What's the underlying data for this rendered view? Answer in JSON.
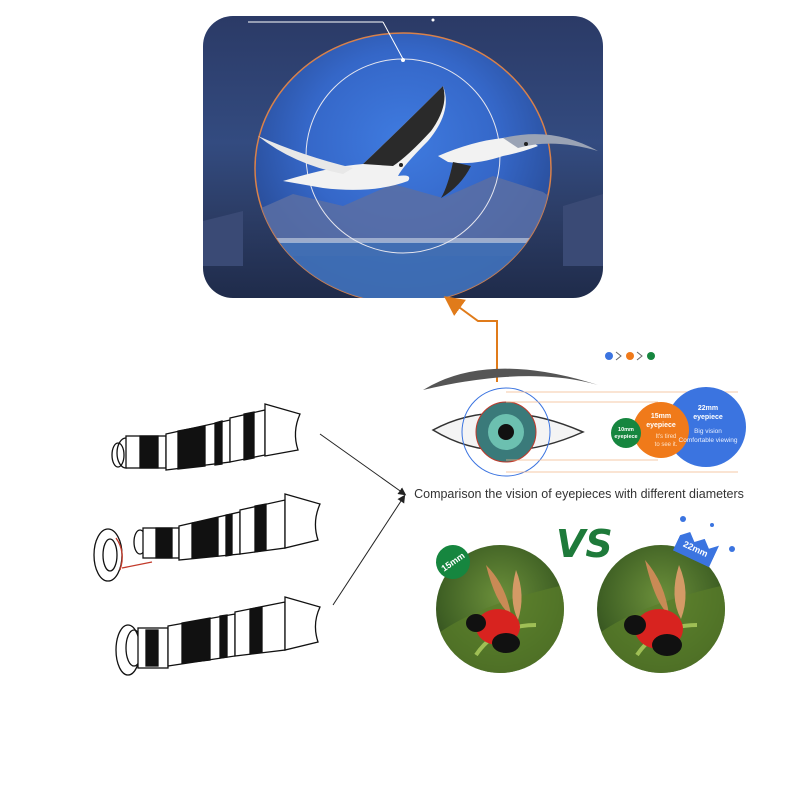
{
  "comparison": {
    "caption": "Comparison the vision of eyepieces with different diameters",
    "vs_label": "VS",
    "eyepieces": [
      {
        "size": "10mm",
        "name": "eyepiece",
        "color": "#16863f"
      },
      {
        "size": "15mm",
        "name": "eyepiece",
        "note_1": "It's tired",
        "note_2": "to see it.",
        "color": "#f07a1a"
      },
      {
        "size": "22mm",
        "name": "eyepiece",
        "note_1": "Big vision",
        "note_2": "Comfortable viewing",
        "color": "#3b74e0"
      }
    ],
    "tag_left": "15mm",
    "tag_right": "22mm"
  },
  "colors": {
    "arrow_orange": "#e07b1a",
    "accent_green": "#1e7a3a",
    "accent_blue": "#3b74e0",
    "accent_orange": "#f07a1a"
  },
  "icons": [
    "telescope-icon",
    "eye-icon",
    "bird-icon",
    "seagull-icon",
    "arrow-icon"
  ]
}
